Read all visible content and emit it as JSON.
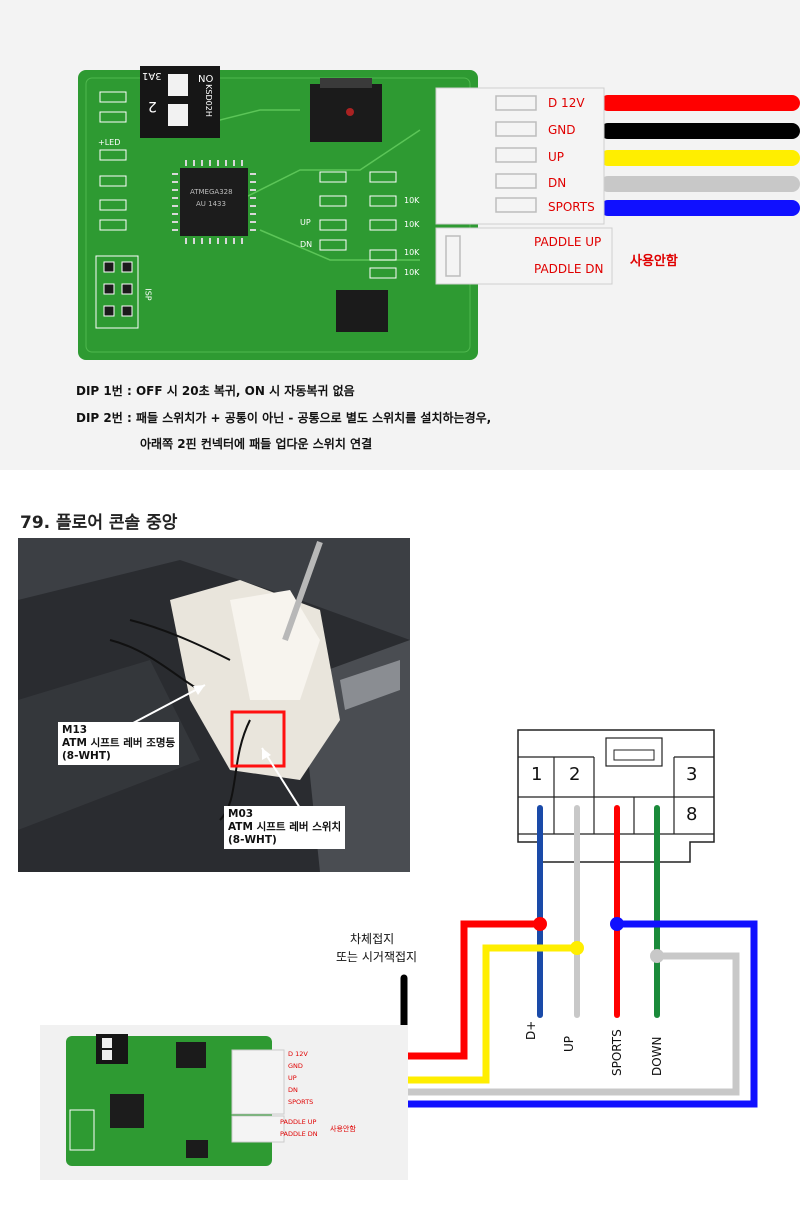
{
  "colors": {
    "d12v": "#ff0000",
    "gnd": "#000000",
    "up": "#ffee00",
    "dn": "#c8c8c8",
    "sports": "#1010ff",
    "pcb_green": "#2e9a32",
    "connector_blue": "#1a4aa8",
    "connector_green": "#1a8a3a"
  },
  "board_top": {
    "dip_switch": {
      "text_on": "ON",
      "text_model": "KSD02H",
      "numbers": [
        "1",
        "2"
      ],
      "text_left": "3A1"
    },
    "chip_label": {
      "line1": "ATMEGA328",
      "line2": "AU 1433"
    },
    "silk_labels": [
      "+LED",
      "UP",
      "DN",
      "10K",
      "10K",
      "10K",
      "10K",
      "ISP"
    ],
    "connector_pins": [
      {
        "label": "D 12V",
        "color": "#ff0000"
      },
      {
        "label": "GND",
        "color": "#000000"
      },
      {
        "label": "UP",
        "color": "#ffee00"
      },
      {
        "label": "DN",
        "color": "#c8c8c8"
      },
      {
        "label": "SPORTS",
        "color": "#1010ff"
      }
    ],
    "paddle_pins": [
      "PADDLE UP",
      "PADDLE DN"
    ],
    "unused_label": "사용안함"
  },
  "notes": {
    "line1": "DIP 1번 : OFF 시 20초 복귀, ON 시 자동복귀 없음",
    "line2": "DIP 2번 : 패들 스위치가 + 공통이 아닌 - 공통으로 별도 스위치를 설치하는경우,",
    "line3": "아래쪽 2핀 컨넥터에 패들 업다운 스위치 연결"
  },
  "section_title": "79. 플로어 콘솔 중앙",
  "photo": {
    "callout_m13": "M13\nATM 시프트 레버 조명등\n(8-WHT)",
    "callout_m03": "M03\nATM 시프트 레버 스위치\n(8-WHT)"
  },
  "connector_diagram": {
    "top_numbers": [
      "1",
      "2",
      "3"
    ],
    "bottom_numbers": [
      "8"
    ],
    "wire_labels": [
      "D+",
      "UP",
      "SPORTS",
      "DOWN"
    ]
  },
  "ground_note": {
    "line1": "차체접지",
    "line2": "또는 시거잭접지"
  },
  "board_bottom": {
    "pins": [
      "D 12V",
      "GND",
      "UP",
      "DN",
      "SPORTS"
    ],
    "paddle_pins": [
      "PADDLE UP",
      "PADDLE DN"
    ],
    "unused_label": "사용안함"
  }
}
